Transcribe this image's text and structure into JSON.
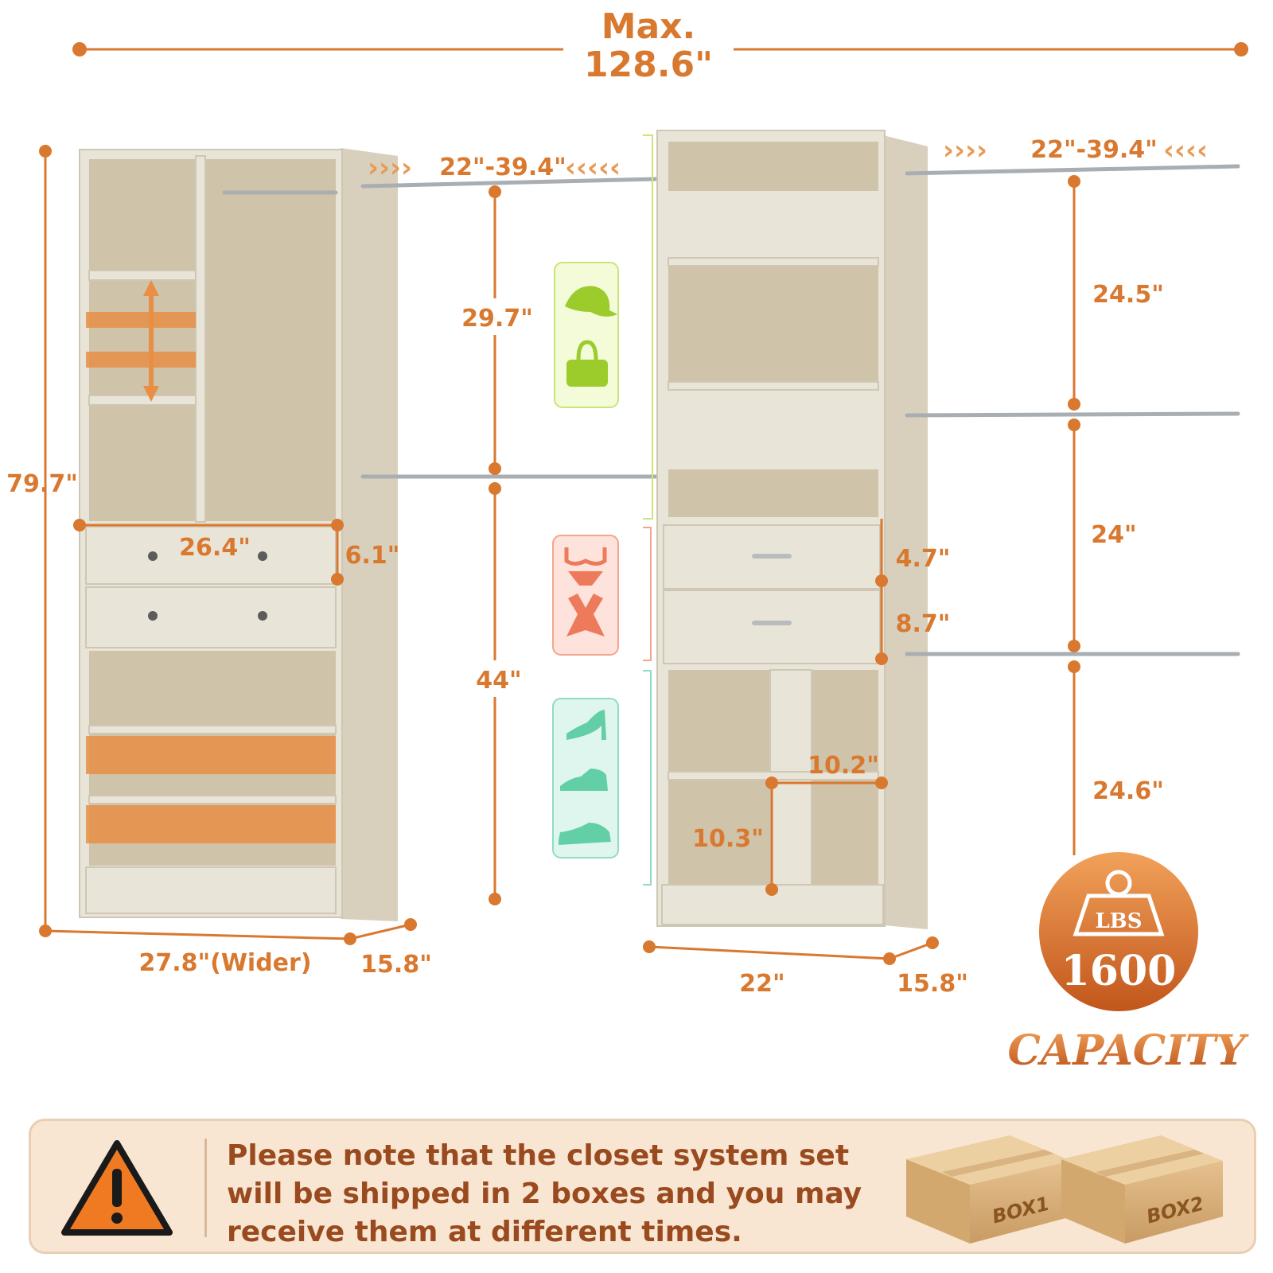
{
  "overall": {
    "max_label": "Max.",
    "max_value": "128.6\""
  },
  "left_tower": {
    "height": "79.7\"",
    "inner_width": "26.4\"",
    "drawer_height": "6.1\"",
    "width": "27.8\"(Wider)",
    "depth": "15.8\""
  },
  "middle": {
    "rod_extension": "22\"-39.4\"",
    "upper_rod_gap": "29.7\"",
    "lower_rod_gap": "44\""
  },
  "right_tower": {
    "drawer_top": "4.7\"",
    "drawer_bottom": "8.7\"",
    "cubby_width": "10.2\"",
    "cubby_height": "10.3\"",
    "width": "22\"",
    "depth": "15.8\""
  },
  "right_side": {
    "rod_extension": "22\"-39.4\"",
    "gap_top": "24.5\"",
    "gap_middle": "24\"",
    "gap_bottom": "24.6\""
  },
  "capacity": {
    "unit": "LBS",
    "value": "1600",
    "word": "CAPACITY"
  },
  "notice": {
    "text": "Please note that the closet system set will be shipped in 2 boxes and you may receive them at different times.",
    "box1": "BOX1",
    "box2": "BOX2"
  },
  "icons": [
    "hat-icon",
    "handbag-icon",
    "bra-icon",
    "underwear-icon",
    "sweater-icon",
    "heel-shoe-icon",
    "dress-shoe-icon",
    "sneaker-icon",
    "weight-icon",
    "warning-icon",
    "box-icon"
  ],
  "colors": {
    "accent": "#d9782f",
    "wood": "#e9e4d8",
    "notice_bg": "#f8e6d2",
    "notice_text": "#9a4a1f"
  }
}
